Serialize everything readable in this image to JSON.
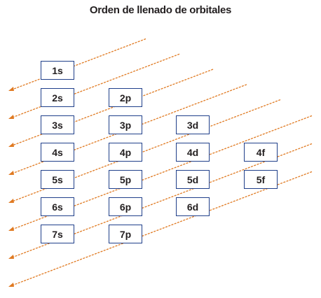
{
  "title": "Orden de llenado de orbitales",
  "colors": {
    "arrow": "#e07a22",
    "box_border": "#1f3f8a",
    "text": "#231f20"
  },
  "rows": [
    [
      "1s"
    ],
    [
      "2s",
      "2p"
    ],
    [
      "3s",
      "3p",
      "3d"
    ],
    [
      "4s",
      "4p",
      "4d",
      "4f"
    ],
    [
      "5s",
      "5p",
      "5d",
      "5f"
    ],
    [
      "6s",
      "6p",
      "6d"
    ],
    [
      "7s",
      "7p"
    ]
  ],
  "arrow_count": 8
}
